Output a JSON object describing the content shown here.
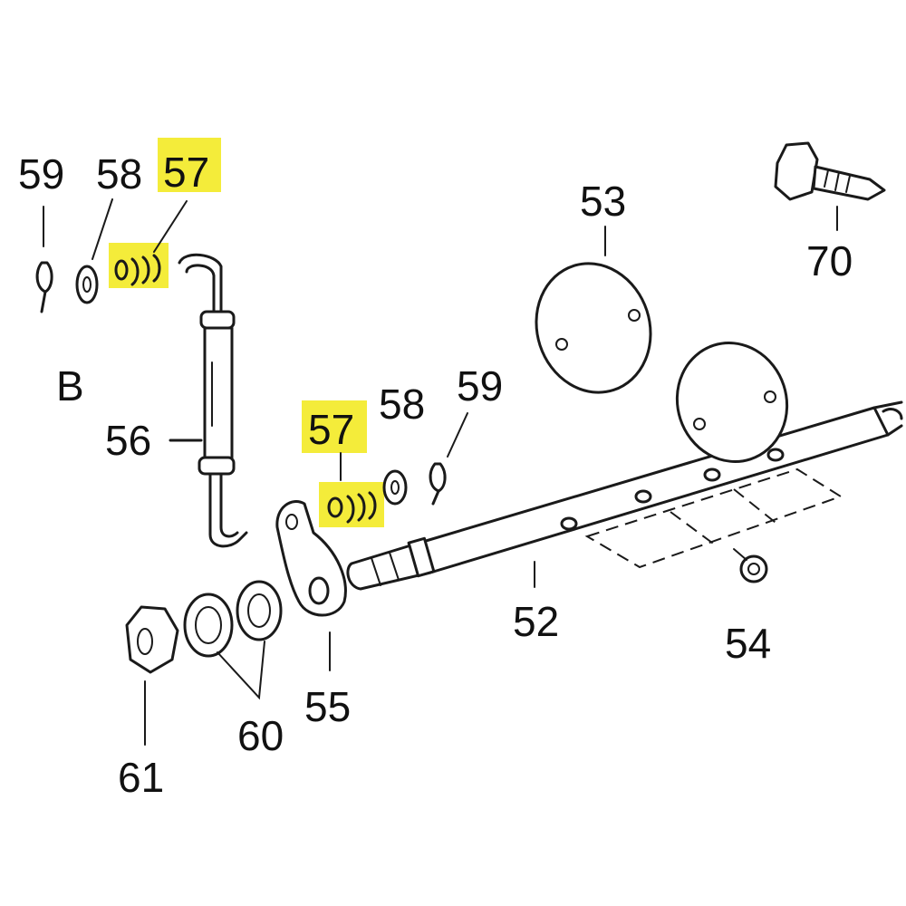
{
  "section_letter": "B",
  "callouts": {
    "left_59": "59",
    "left_58": "58",
    "left_57": "57",
    "right_57": "57",
    "right_58": "58",
    "right_59": "59",
    "c52": "52",
    "c53": "53",
    "c54": "54",
    "c55": "55",
    "c56": "56",
    "c60": "60",
    "c61": "61",
    "c70": "70"
  },
  "colors": {
    "highlight": "#f4ec3a",
    "line": "#1a1a1a",
    "background": "#ffffff"
  }
}
